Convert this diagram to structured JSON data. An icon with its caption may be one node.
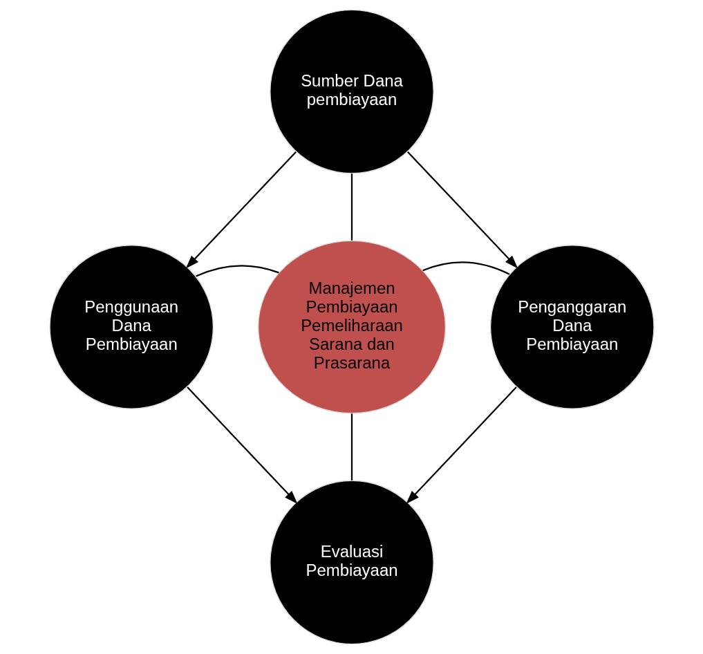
{
  "diagram": {
    "nodes": [
      {
        "text": [
          "Sumber Dana pembiayaan"
        ]
      },
      {
        "text": [
          "Penggunaan Dana Pembiayaan"
        ]
      },
      {
        "text": [
          "Manajemen Pembiayaan Pemeliharaan Sarana dan Prasarana"
        ]
      },
      {
        "text": [
          "Penganggaran Dana Pembiayaan"
        ]
      },
      {
        "text": [
          "Evaluasi Pembiayaan"
        ]
      }
    ],
    "edges": [
      {
        "from": 0,
        "to": 1,
        "arrow": "to"
      },
      {
        "from": 0,
        "to": 3,
        "arrow": "to"
      },
      {
        "from": 1,
        "to": 4,
        "arrow": "to"
      },
      {
        "from": 3,
        "to": 4,
        "arrow": "to"
      },
      {
        "from": 0,
        "to": 2,
        "arrow": "none"
      },
      {
        "from": 1,
        "to": 2,
        "arrow": "none"
      },
      {
        "from": 2,
        "to": 3,
        "arrow": "none"
      },
      {
        "from": 2,
        "to": 4,
        "arrow": "none"
      }
    ]
  }
}
